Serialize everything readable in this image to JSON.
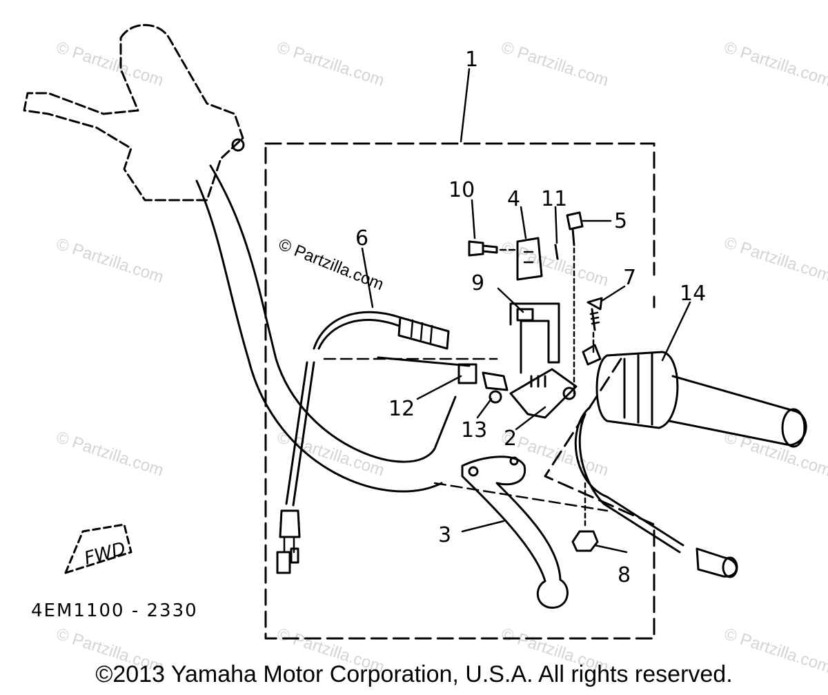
{
  "watermarks": {
    "short": "© Partzilla.com",
    "center": "© Partzilla.com"
  },
  "callouts": {
    "c1": "1",
    "c2": "2",
    "c3": "3",
    "c4": "4",
    "c5": "5",
    "c6": "6",
    "c7": "7",
    "c8": "8",
    "c9": "9",
    "c10": "10",
    "c11": "11",
    "c12": "12",
    "c13": "13",
    "c14": "14"
  },
  "fwd_label": "FWD",
  "diagram_code": "4EM1100 - 2330",
  "copyright": "©2013 Yamaha Motor Corporation, U.S.A. All rights reserved."
}
